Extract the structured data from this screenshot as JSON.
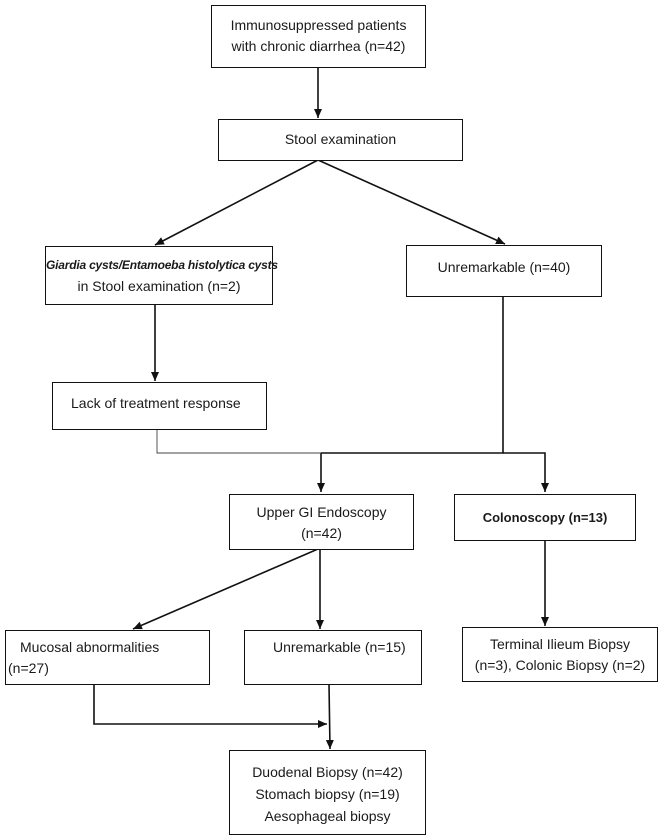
{
  "boxes": {
    "start": {
      "line1": "Immunosuppressed patients",
      "line2": "with chronic diarrhea (n=42)"
    },
    "stool": {
      "text": "Stool examination"
    },
    "giardia": {
      "line1": "Giardia cysts/Entamoeba histolytica cysts",
      "line2": "in Stool examination (n=2)"
    },
    "unremarkable_stool": {
      "text": "Unremarkable (n=40)"
    },
    "lack_response": {
      "text": "Lack of treatment response"
    },
    "upper_gi": {
      "line1": "Upper GI Endoscopy",
      "line2": "(n=42)"
    },
    "colonoscopy": {
      "label": "Colonoscopy",
      "count": "(n=13)"
    },
    "mucosal": {
      "line1": "Mucosal abnormalities",
      "line2": "(n=27)"
    },
    "unremarkable_endo": {
      "text": "Unremarkable (n=15)"
    },
    "terminal": {
      "line1": "Terminal Ilieum Biopsy",
      "line2": "(n=3), Colonic Biopsy (n=2)"
    },
    "biopsies": {
      "line1": "Duodenal Biopsy (n=42)",
      "line2": "Stomach biopsy (n=19)",
      "line3": "Aesophageal biopsy"
    }
  }
}
